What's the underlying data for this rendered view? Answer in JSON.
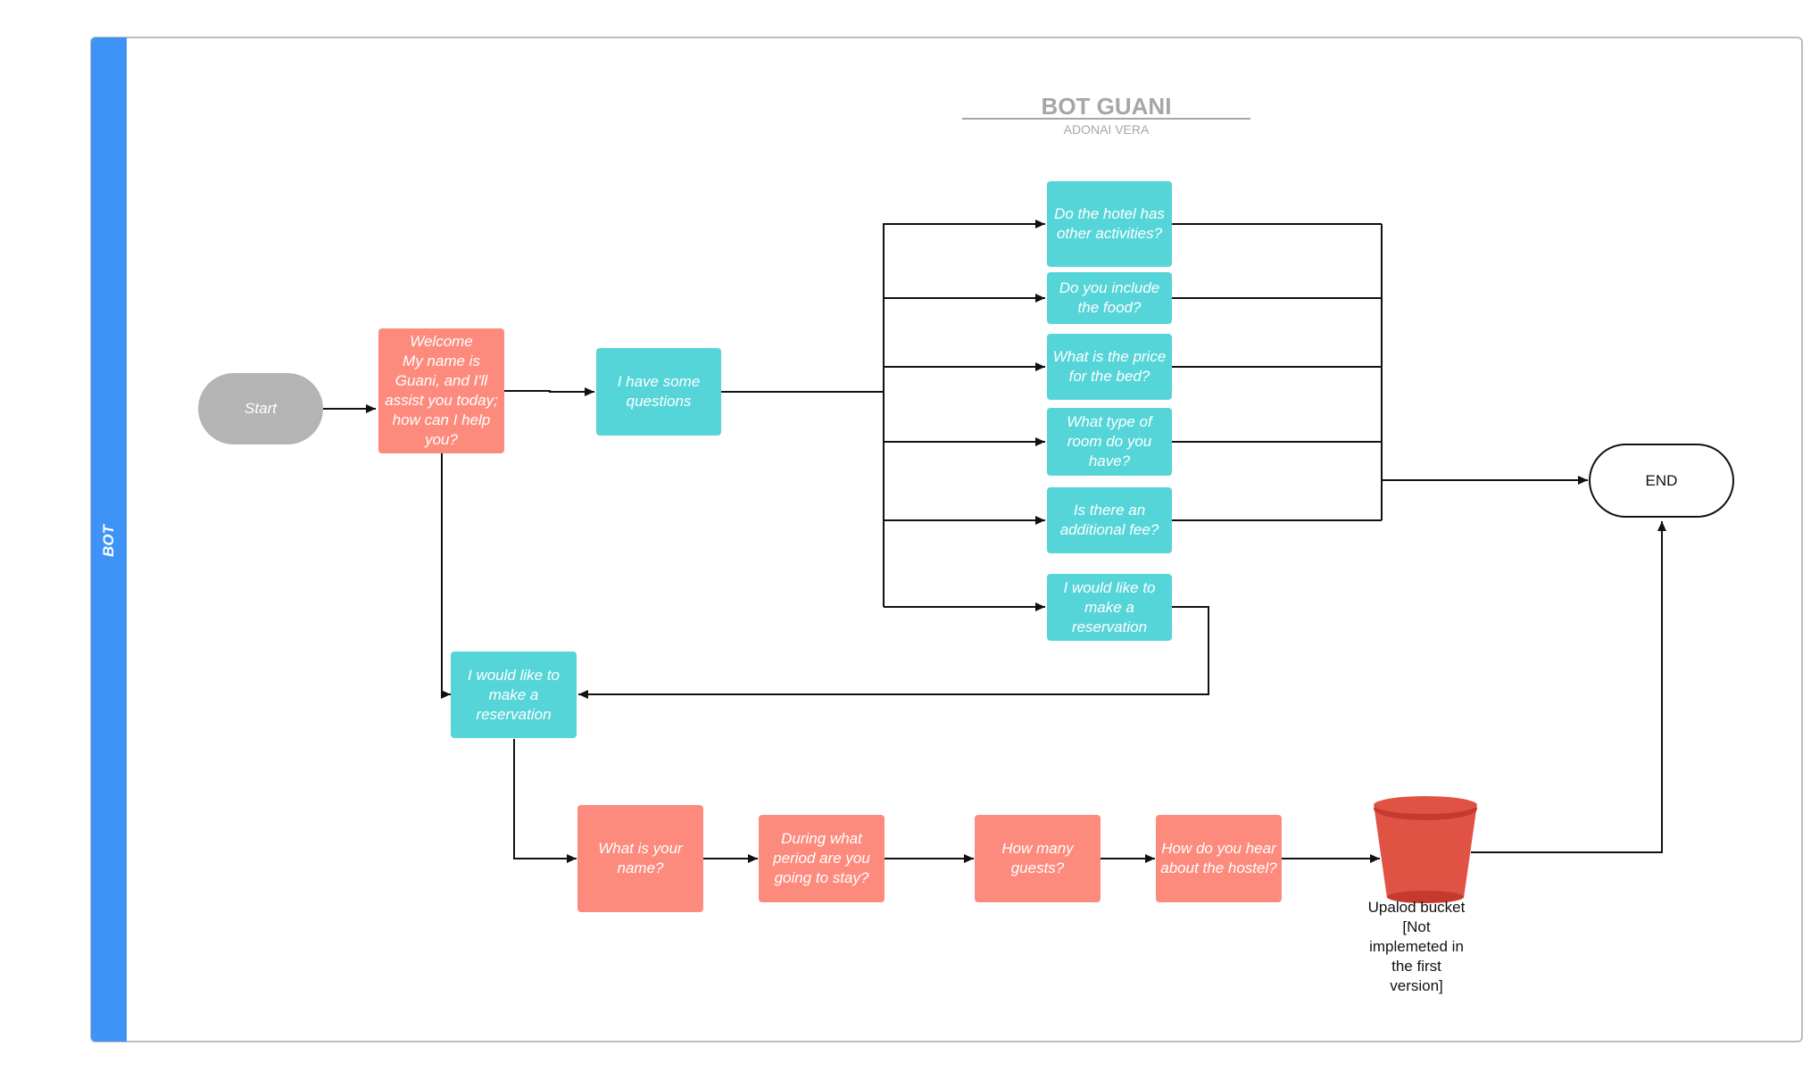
{
  "diagram": {
    "title": "BOT GUANI",
    "subtitle": "ADONAI VERA",
    "lane_label": "BOT"
  },
  "nodes": {
    "start": "Start",
    "welcome": "Welcome\nMy name is Guani, and I'll assist you today; how can I help you?",
    "questions": "I have some questions",
    "q_activities": "Do the hotel has other activities?",
    "q_food": "Do you include the food?",
    "q_price": "What is the price for the bed?",
    "q_room": "What type of room do you have?",
    "q_fee": "Is there an additional fee?",
    "q_reservation": "I would like to make a reservation",
    "reservation": "I would like to make a reservation",
    "name": "What is your name?",
    "period": "During what period are you going to stay?",
    "guests": "How many guests?",
    "hear": "How do you hear about the hostel?",
    "end": "END",
    "bucket_lines": [
      "Upalod bucket",
      "[Not",
      "implemeted in",
      "the first",
      "version]"
    ]
  },
  "colors": {
    "lane": "#3d94f6",
    "salmon": "#fd8b7d",
    "teal": "#55d5d8",
    "gray": "#b4b4b4",
    "bucket": "#e05244"
  }
}
